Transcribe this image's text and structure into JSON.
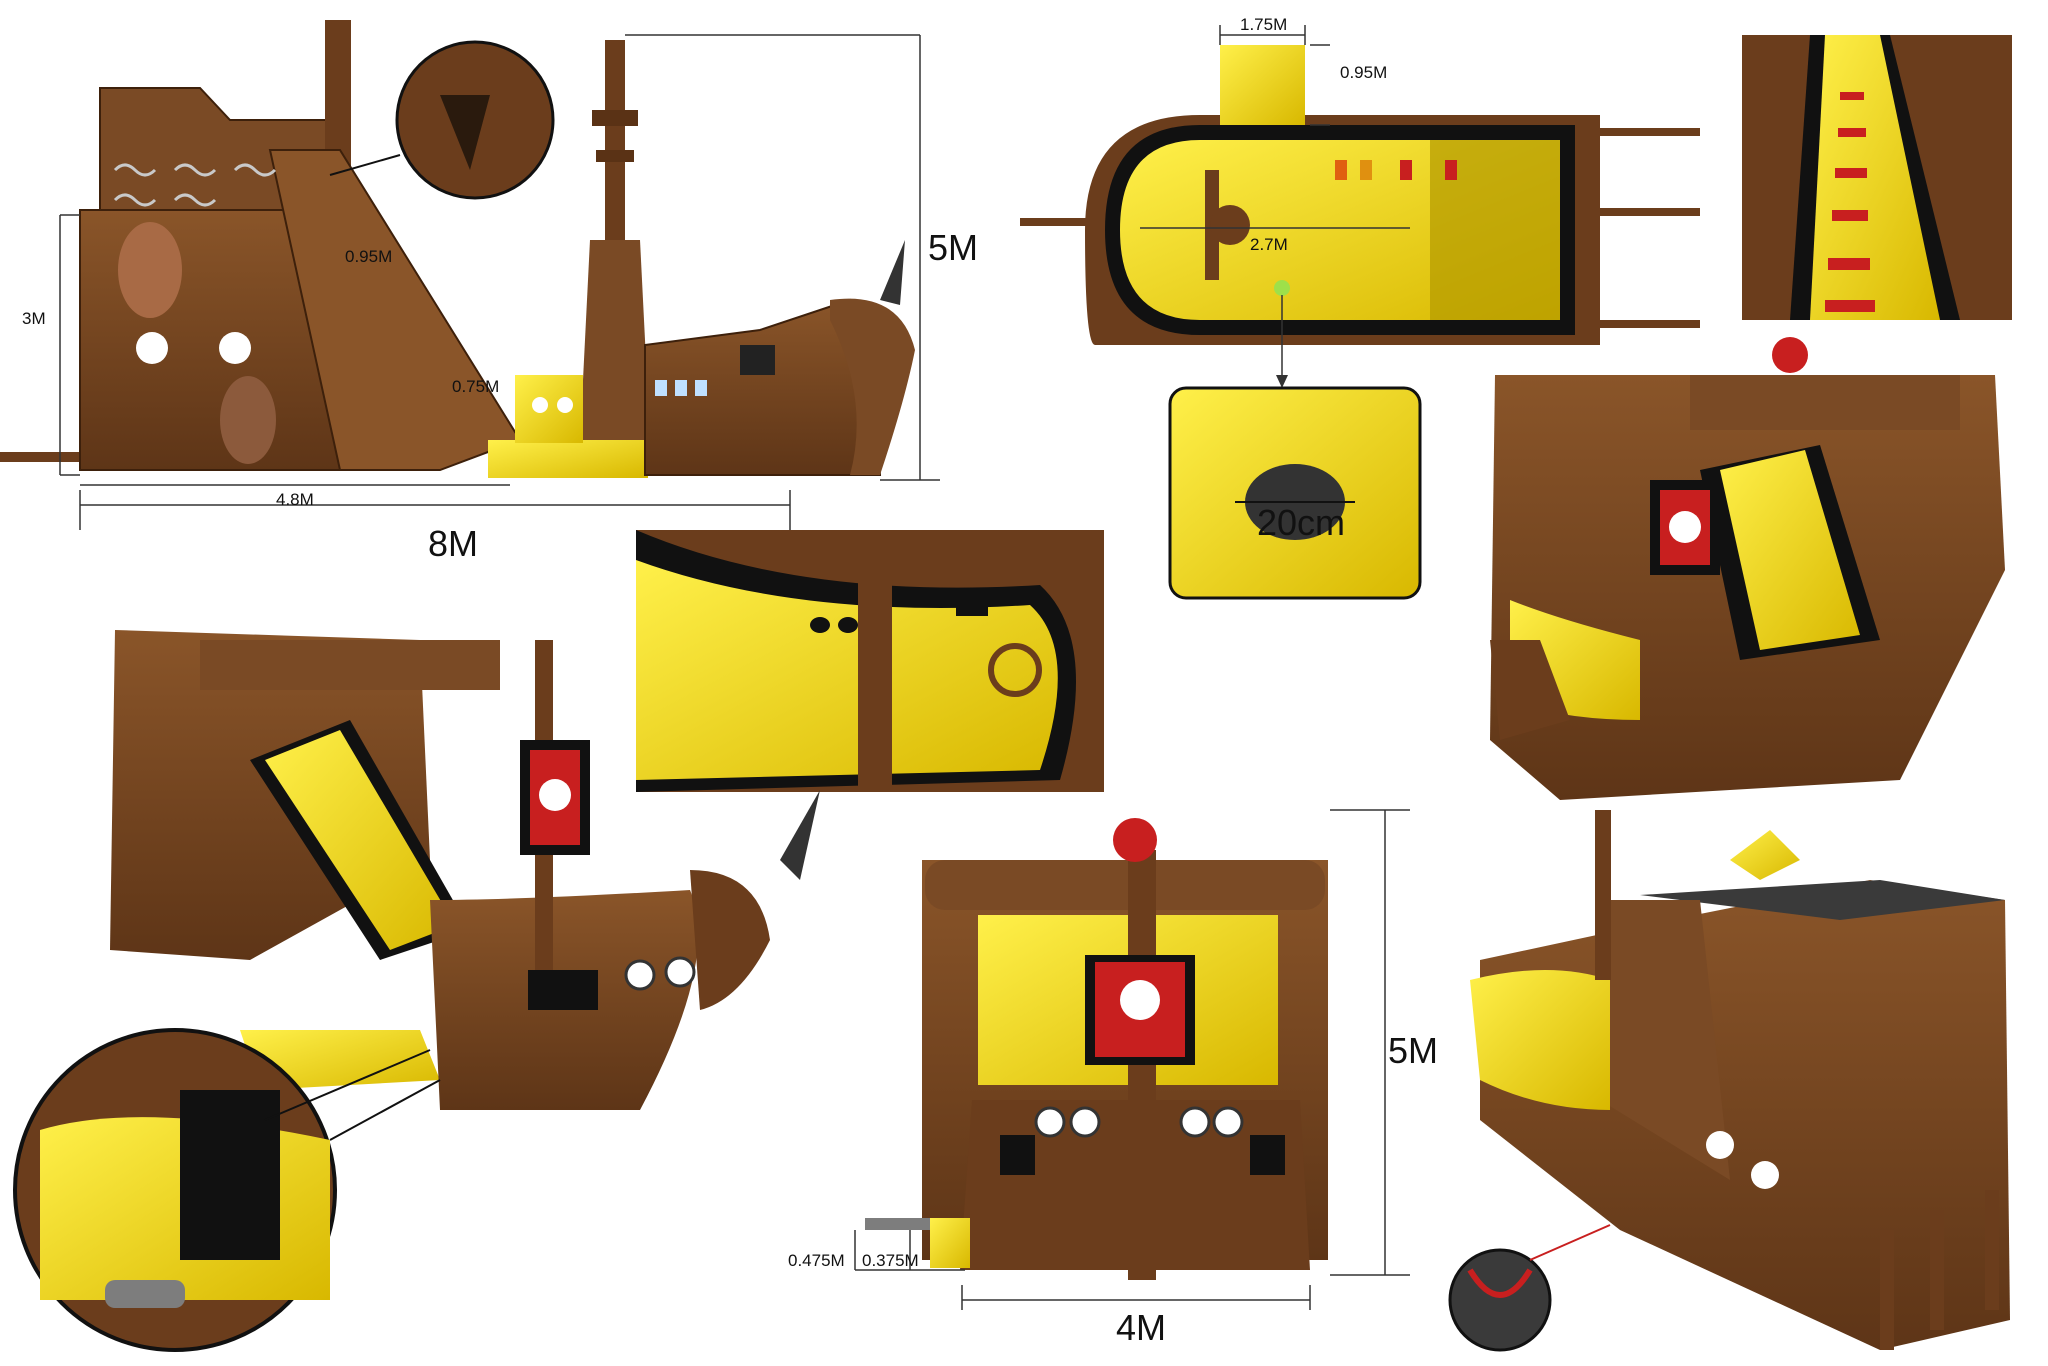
{
  "dimensions": {
    "side_height_slide": "3M",
    "slide_width": "0.95M",
    "step_height": "0.75M",
    "slide_length": "4.8M",
    "total_length": "8M",
    "total_height_side": "5M",
    "top_width": "1.75M",
    "top_depth": "0.95M",
    "top_inner": "2.7M",
    "hole_diameter": "20cm",
    "front_height": "5M",
    "front_width": "4M",
    "step_a": "0.475M",
    "step_b": "0.375M"
  },
  "colors": {
    "wood": "#7a4a25",
    "wood_dark": "#4f2c12",
    "wood_light": "#9a6437",
    "yellow": "#f5d90f",
    "yellow_dark": "#c9ad00",
    "black": "#1a1a1a",
    "red": "#c81f1f",
    "grey": "#7d7d7d",
    "line": "#333333"
  }
}
